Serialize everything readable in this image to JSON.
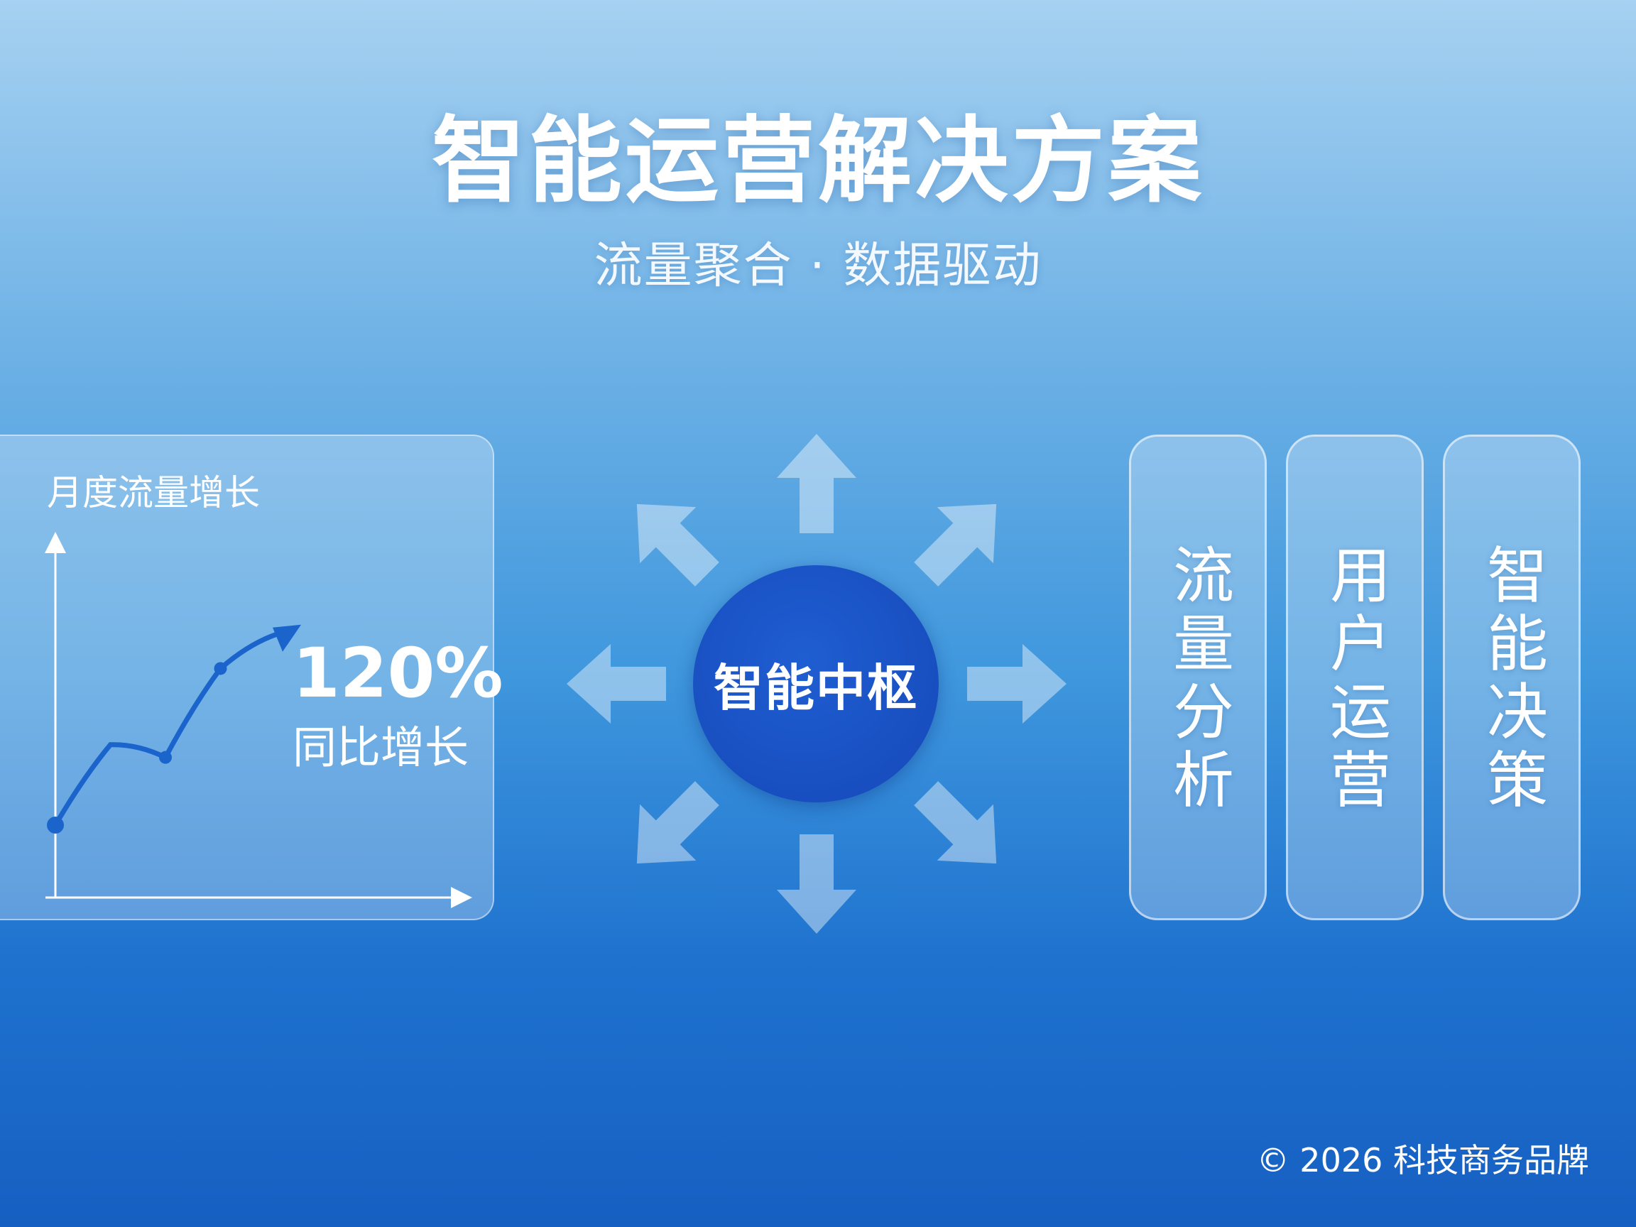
{
  "header": {
    "title": "智能运营解决方案",
    "subtitle": "流量聚合 · 数据驱动"
  },
  "growth_panel": {
    "title": "月度流量增长",
    "stat_value": "120%",
    "stat_label": "同比增长",
    "trend": [
      0.0,
      0.38,
      0.32,
      0.74,
      0.9
    ],
    "line_color": "#1a64cc"
  },
  "hub": {
    "label": "智能中枢",
    "color": "#1548b8",
    "arrow_directions": [
      "up",
      "up-right",
      "right",
      "down-right",
      "down",
      "down-left",
      "left",
      "up-left"
    ]
  },
  "modules": [
    {
      "label": "流量分析"
    },
    {
      "label": "用户运营"
    },
    {
      "label": "智能决策"
    }
  ],
  "footer": {
    "copyright": "© 2026 科技商务品牌"
  }
}
